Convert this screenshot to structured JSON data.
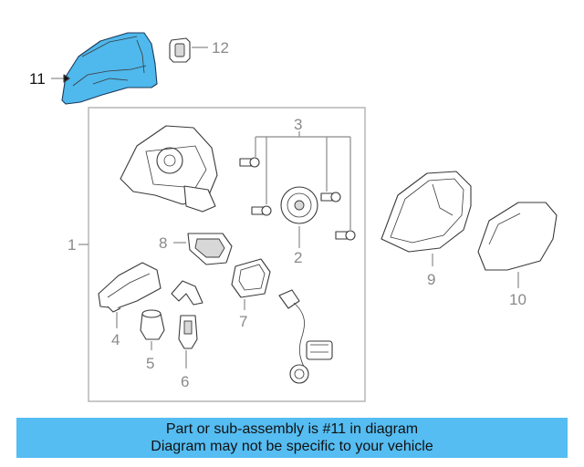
{
  "diagram": {
    "callouts": {
      "c1": "1",
      "c2": "2",
      "c3": "3",
      "c4": "4",
      "c5": "5",
      "c6": "6",
      "c7": "7",
      "c8": "8",
      "c9": "9",
      "c10": "10",
      "c11": "11",
      "c12": "12"
    },
    "highlighted_part": "11",
    "colors": {
      "highlight_fill": "#4fb8ec",
      "banner_bg": "#55bdf2",
      "callout_gray": "#8a8a8a"
    }
  },
  "banner": {
    "line1": "Part or sub-assembly is #11 in diagram",
    "line2": "Diagram may not be specific to your vehicle"
  }
}
